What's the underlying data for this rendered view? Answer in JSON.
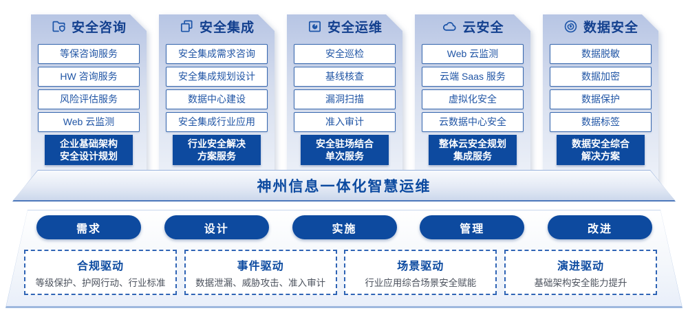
{
  "columns": [
    {
      "icon": "folder-shield-icon",
      "title": "安全咨询",
      "items": [
        "等保咨询服务",
        "HW 咨询服务",
        "风险评估服务",
        "Web 云监测"
      ],
      "footer_lines": [
        "企业基础架构",
        "安全设计规划"
      ]
    },
    {
      "icon": "copy-docs-icon",
      "title": "安全集成",
      "items": [
        "安全集成需求咨询",
        "安全集成规划设计",
        "数据中心建设",
        "安全集成行业应用"
      ],
      "footer_lines": [
        "行业安全解决",
        "方案服务"
      ]
    },
    {
      "icon": "folder-monitor-icon",
      "title": "安全运维",
      "items": [
        "安全巡检",
        "基线核查",
        "漏洞扫描",
        "准入审计"
      ],
      "footer_lines": [
        "安全驻场结合",
        "单次服务"
      ]
    },
    {
      "icon": "cloud-icon",
      "title": "云安全",
      "items": [
        "Web 云监测",
        "云端 Saas 服务",
        "虚拟化安全",
        "云数据中心安全"
      ],
      "footer_lines": [
        "整体云安全规划",
        "集成服务"
      ]
    },
    {
      "icon": "fingerprint-icon",
      "title": "数据安全",
      "items": [
        "数据脱敏",
        "数据加密",
        "数据保护",
        "数据标签"
      ],
      "footer_lines": [
        "数据安全综合",
        "解决方案"
      ]
    }
  ],
  "banner": {
    "title": "神州信息一体化智慧运维"
  },
  "phases": [
    {
      "label": "需求"
    },
    {
      "label": "设计"
    },
    {
      "label": "实施"
    },
    {
      "label": "管理"
    },
    {
      "label": "改进"
    }
  ],
  "drivers": [
    {
      "title": "合规驱动",
      "desc": "等级保护、护网行动、行业标准"
    },
    {
      "title": "事件驱动",
      "desc": "数据泄漏、威胁攻击、准入审计"
    },
    {
      "title": "场景驱动",
      "desc": "行业应用综合场景安全赋能"
    },
    {
      "title": "演进驱动",
      "desc": "基础架构安全能力提升"
    }
  ],
  "colors": {
    "primary_blue": "#0d4a9f",
    "title_navy": "#123f8e",
    "item_text": "#2055a5",
    "item_border": "#3566ae",
    "icon_blue": "#1d55a8",
    "dashed_border": "#2f64b5",
    "desc_gray": "#4d535e"
  }
}
